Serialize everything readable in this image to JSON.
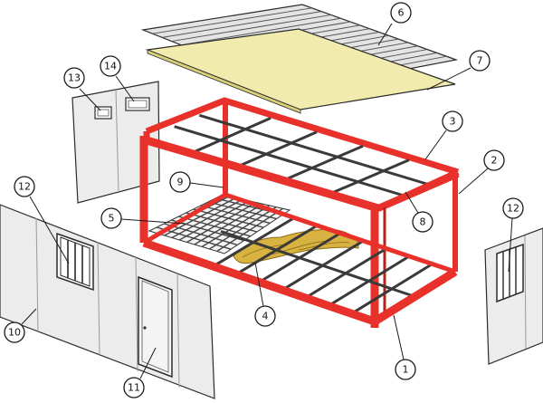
{
  "colors": {
    "frame": "#e8312a",
    "frame_dark": "#b81f1a",
    "panel": "#eeeeee",
    "panel_line": "#9a9a9a",
    "roof_sheet": "#d9d9d9",
    "insulation": "#f1ecae",
    "floor_insulation": "#d8b341",
    "grid": "#555555",
    "outline": "#2b2b2b"
  },
  "callouts": [
    {
      "id": "c1",
      "label": "1"
    },
    {
      "id": "c2",
      "label": "2"
    },
    {
      "id": "c3",
      "label": "3"
    },
    {
      "id": "c4",
      "label": "4"
    },
    {
      "id": "c5",
      "label": "5"
    },
    {
      "id": "c6",
      "label": "6"
    },
    {
      "id": "c7",
      "label": "7"
    },
    {
      "id": "c8",
      "label": "8"
    },
    {
      "id": "c9",
      "label": "9"
    },
    {
      "id": "c10",
      "label": "10"
    },
    {
      "id": "c11",
      "label": "11"
    },
    {
      "id": "c12a",
      "label": "12"
    },
    {
      "id": "c12b",
      "label": "12"
    },
    {
      "id": "c13",
      "label": "13"
    },
    {
      "id": "c14",
      "label": "14"
    }
  ]
}
